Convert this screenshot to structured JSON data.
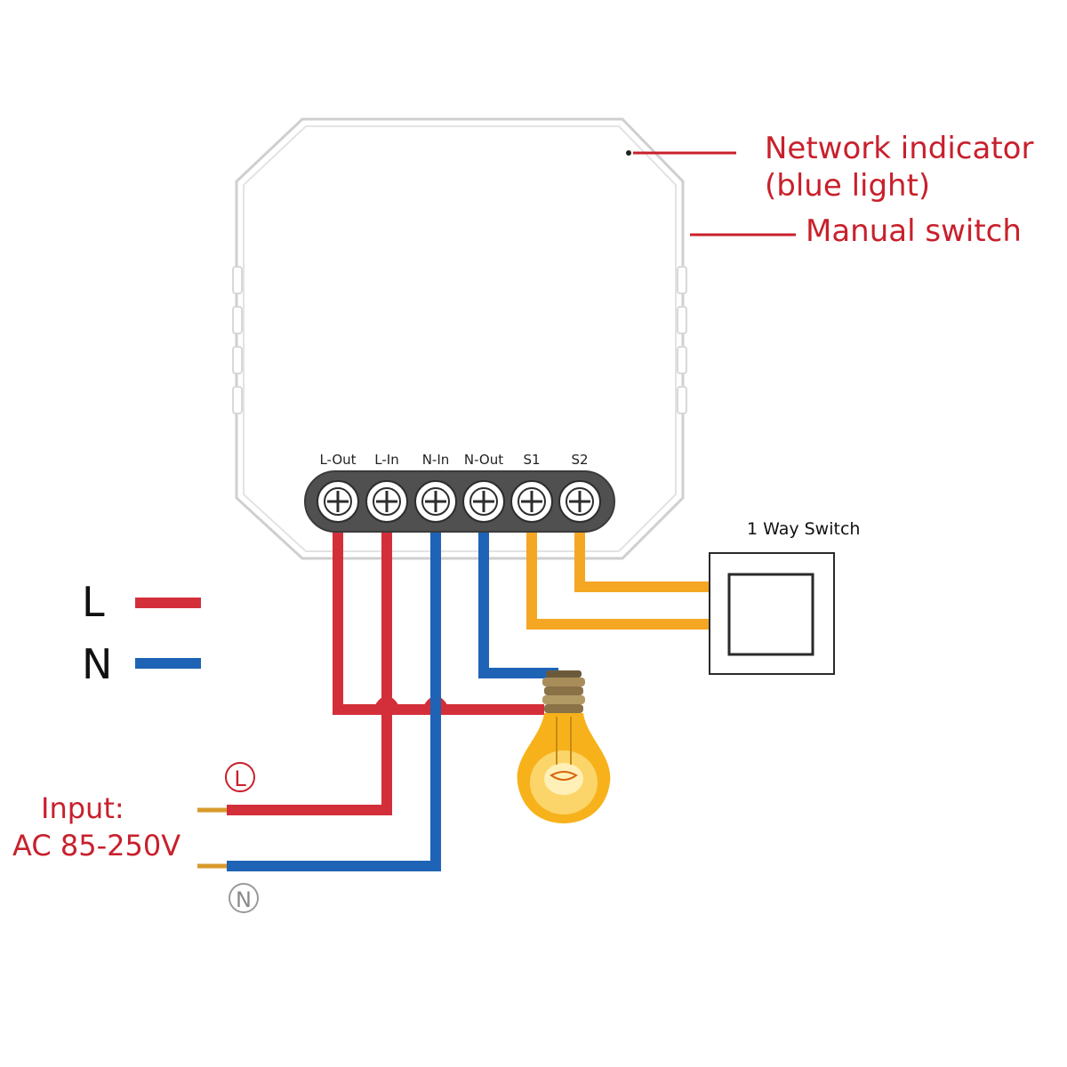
{
  "annotations": {
    "network_indicator_line1": "Network indicator",
    "network_indicator_line2": "(blue light)",
    "manual_switch": "Manual switch"
  },
  "terminals": [
    "L-Out",
    "L-In",
    "N-In",
    "N-Out",
    "S1",
    "S2"
  ],
  "switch_label": "1 Way Switch",
  "legend": [
    {
      "key": "L",
      "color": "#d32f3a"
    },
    {
      "key": "N",
      "color": "#1e63b6"
    }
  ],
  "input": {
    "line1": "Input:",
    "line2": "AC 85-250V",
    "live_symbol": "L",
    "neutral_symbol": "N"
  },
  "colors": {
    "live": "#d32f3a",
    "neutral": "#1e63b6",
    "switch_wire": "#f5a623",
    "annotation": "#c8202c"
  }
}
